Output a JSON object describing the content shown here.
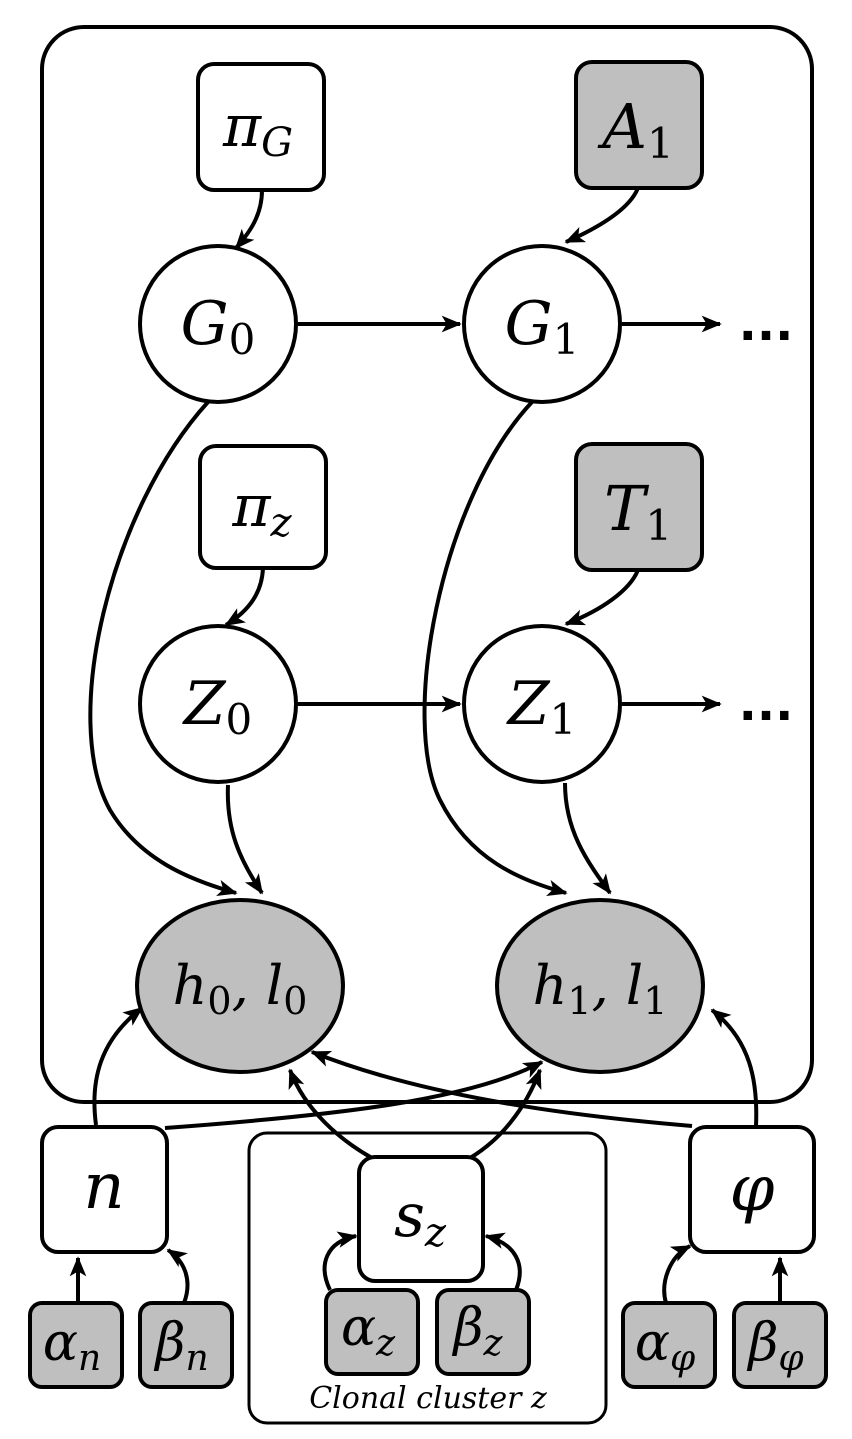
{
  "diagram": {
    "colors": {
      "observed": "#bfbfbf",
      "latent": "#ffffff",
      "stroke": "#000000"
    },
    "plate_cluster_label": "Clonal cluster z",
    "continuation": "...",
    "nodes": {
      "pi_G": {
        "base": "π",
        "sub": "G"
      },
      "A1": {
        "base": "A",
        "sub": "1"
      },
      "G0": {
        "base": "G",
        "sub": "0"
      },
      "G1": {
        "base": "G",
        "sub": "1"
      },
      "pi_z": {
        "base": "π",
        "sub": "z"
      },
      "T1": {
        "base": "T",
        "sub": "1"
      },
      "Z0": {
        "base": "Z",
        "sub": "0"
      },
      "Z1": {
        "base": "Z",
        "sub": "1"
      },
      "hl0": {
        "base1": "h",
        "sub1": "0",
        "sep": ", ",
        "base2": "l",
        "sub2": "0"
      },
      "hl1": {
        "base1": "h",
        "sub1": "1",
        "sep": ", ",
        "base2": "l",
        "sub2": "1"
      },
      "n": {
        "base": "n"
      },
      "s_z": {
        "base": "s",
        "sub": "z"
      },
      "phi": {
        "base": "φ"
      },
      "alpha_n": {
        "base": "α",
        "sub": "n"
      },
      "beta_n": {
        "base": "β",
        "sub": "n"
      },
      "alpha_z": {
        "base": "α",
        "sub": "z"
      },
      "beta_z": {
        "base": "β",
        "sub": "z"
      },
      "alpha_phi": {
        "base": "α",
        "sub": "φ"
      },
      "beta_phi": {
        "base": "β",
        "sub": "φ"
      }
    }
  }
}
